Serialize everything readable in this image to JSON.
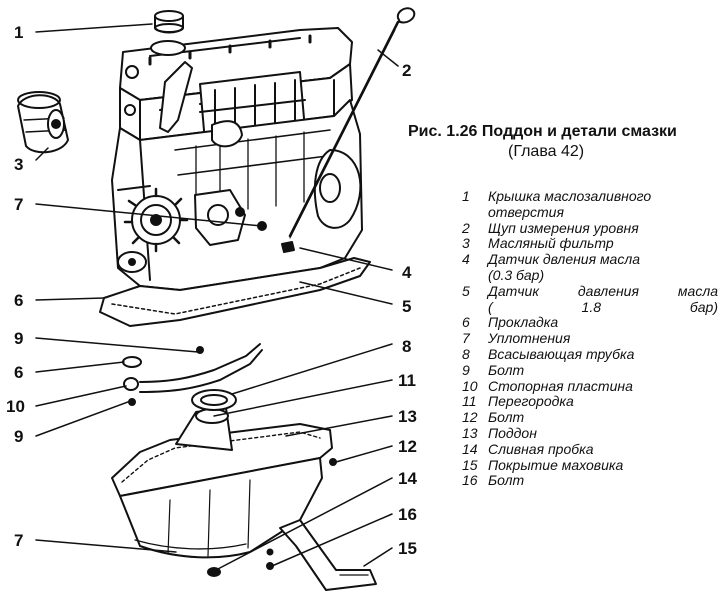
{
  "figure": {
    "caption_title": "Рис. 1.26 Поддон и детали смазки",
    "caption_sub": "(Глава 42)"
  },
  "callouts": [
    "1",
    "2",
    "3",
    "7",
    "4",
    "6",
    "5",
    "9",
    "8",
    "6",
    "11",
    "10",
    "13",
    "9",
    "12",
    "14",
    "16",
    "7",
    "15"
  ],
  "legend": [
    {
      "num": "1",
      "lines": [
        "Крышка маслозаливного",
        "отверстия"
      ]
    },
    {
      "num": "2",
      "lines": [
        "Щуп измерения уровня"
      ]
    },
    {
      "num": "3",
      "lines": [
        "Масляный фильтр"
      ]
    },
    {
      "num": "4",
      "lines": [
        "Датчик двления масла",
        "(0.3 бар)"
      ]
    },
    {
      "num": "5",
      "lines": [
        "Датчик давления масла",
        "( 1.8 бар)"
      ]
    },
    {
      "num": "6",
      "lines": [
        "Прокладка"
      ]
    },
    {
      "num": "7",
      "lines": [
        "Уплотнения"
      ]
    },
    {
      "num": "8",
      "lines": [
        "Всасывающая трубка"
      ]
    },
    {
      "num": "9",
      "lines": [
        "Болт"
      ]
    },
    {
      "num": "10",
      "lines": [
        "Стопорная пластина"
      ]
    },
    {
      "num": "11",
      "lines": [
        "Перегородка"
      ]
    },
    {
      "num": "12",
      "lines": [
        "Болт"
      ]
    },
    {
      "num": "13",
      "lines": [
        "Поддон"
      ]
    },
    {
      "num": "14",
      "lines": [
        "Сливная пробка"
      ]
    },
    {
      "num": "15",
      "lines": [
        "Покрытие маховика"
      ]
    },
    {
      "num": "16",
      "lines": [
        "Болт"
      ]
    }
  ]
}
